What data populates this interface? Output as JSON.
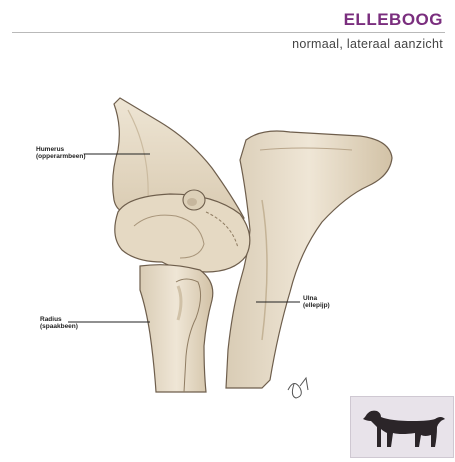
{
  "header": {
    "title": "ELLEBOOG",
    "subtitle": "normaal, lateraal aanzicht"
  },
  "labels": [
    {
      "id": "humerus",
      "name": "Humerus",
      "sub": "(opperarmbeen)"
    },
    {
      "id": "ulna",
      "name": "Ulna",
      "sub": "(ellepijp)"
    },
    {
      "id": "radius",
      "name": "Radius",
      "sub": "(spaakbeen)"
    }
  ],
  "colors": {
    "title": "#7a2e7e",
    "bone_fill": "#e7dcc9",
    "bone_shadow": "#b8a58a",
    "outline": "#6e5e4c"
  },
  "icons": {
    "signature": "artist-signature",
    "dog": "dog-silhouette-icon"
  }
}
